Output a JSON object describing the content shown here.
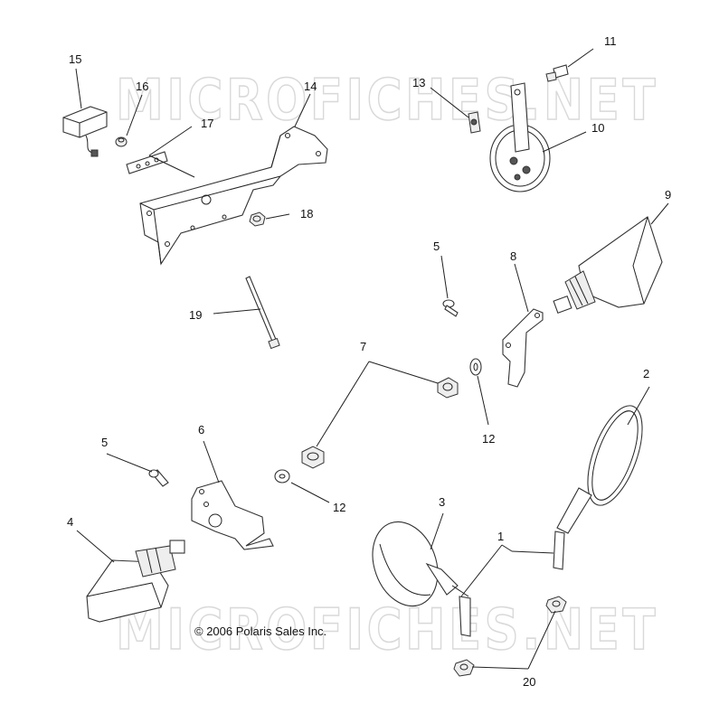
{
  "watermark": "MICROFICHES.NET",
  "copyright": "© 2006 Polaris Sales Inc.",
  "labels": {
    "l1": "1",
    "l2": "2",
    "l3": "3",
    "l4": "4",
    "l5a": "5",
    "l5b": "5",
    "l6": "6",
    "l7": "7",
    "l8": "8",
    "l9": "9",
    "l10": "10",
    "l11": "11",
    "l12a": "12",
    "l12b": "12",
    "l13": "13",
    "l14": "14",
    "l15": "15",
    "l16": "16",
    "l17": "17",
    "l18": "18",
    "l19": "19",
    "l20": "20"
  }
}
